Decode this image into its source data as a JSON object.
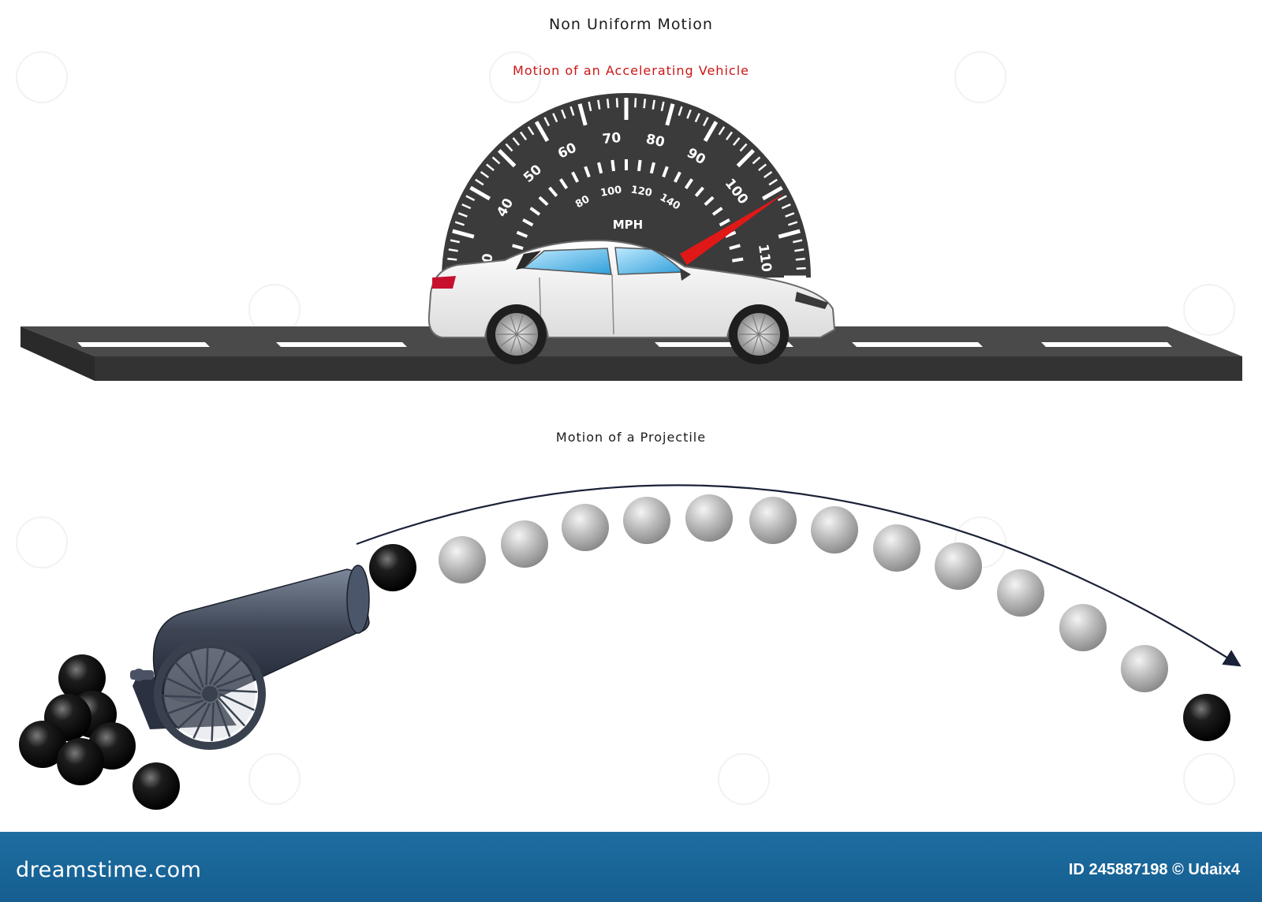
{
  "title": "Non Uniform Motion",
  "sections": {
    "vehicle": {
      "title": "Motion of  an Accelerating Vehicle",
      "speedometer": {
        "unit_label": "MPH",
        "outer_scale": [
          "0",
          "40",
          "50",
          "60",
          "70",
          "80",
          "90",
          "100",
          "110"
        ],
        "inner_scale": [
          "80",
          "100",
          "120",
          "140"
        ],
        "needle_color": "#e01818",
        "face_color": "#3b3b3b"
      }
    },
    "projectile": {
      "title": "Motion of  a Projectile",
      "ball_count": 14
    }
  },
  "footer": {
    "brand": "dreamstime.com",
    "credit": "ID 245887198 © Udaix4"
  }
}
